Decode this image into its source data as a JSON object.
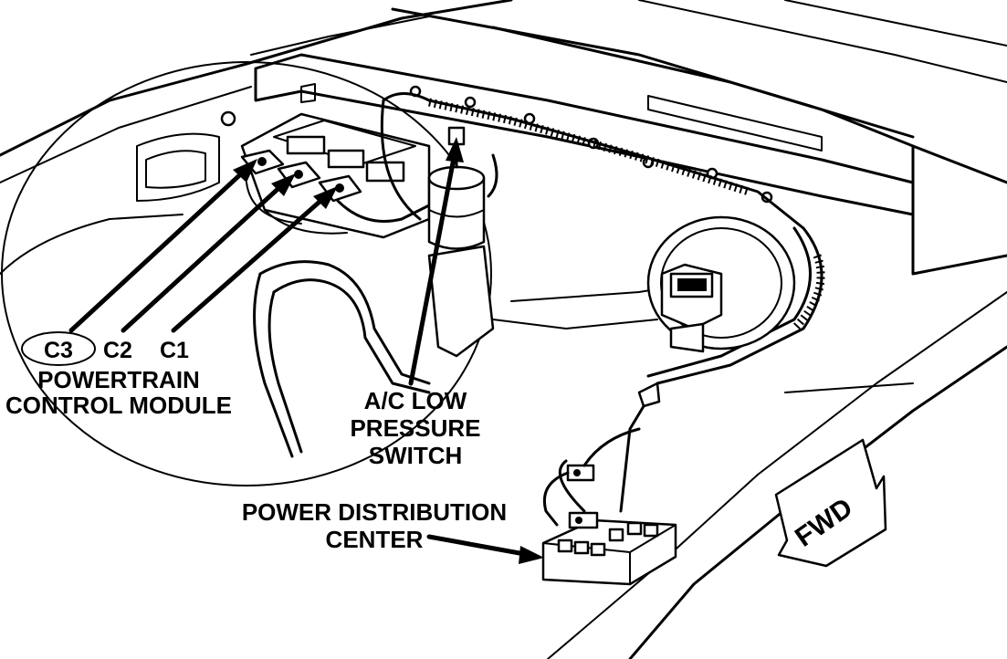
{
  "labels": {
    "c3": "C3",
    "c2": "C2",
    "c1": "C1",
    "pcm_line1": "POWERTRAIN",
    "pcm_line2": "CONTROL MODULE",
    "ac_line1": "A/C LOW",
    "ac_line2": "PRESSURE",
    "ac_line3": "SWITCH",
    "pdc_line1": "POWER DISTRIBUTION",
    "pdc_line2": "CENTER",
    "fwd": "FWD"
  }
}
